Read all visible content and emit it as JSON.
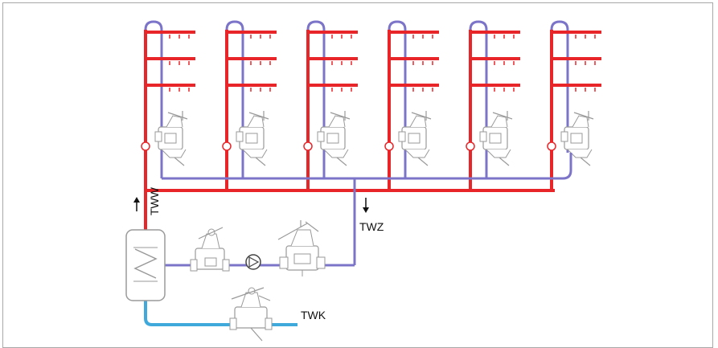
{
  "labels": {
    "tww": "TWW",
    "twz": "TWZ",
    "twk": "TWK"
  },
  "colors": {
    "hot_water_supply": "#e8262a",
    "circulation_return": "#7b74c9",
    "cold_water": "#3fa9dc",
    "component_outline": "#9a9a9a",
    "frame_border": "#a8a8a8"
  },
  "risers": {
    "count": 6,
    "branches_per_riser": 3
  },
  "icons": [
    "riser-valve-icon",
    "circulation-pump-icon",
    "heat-exchanger-icon",
    "check-valve-icon",
    "balancing-valve-icon",
    "flow-direction-arrow-icon"
  ]
}
